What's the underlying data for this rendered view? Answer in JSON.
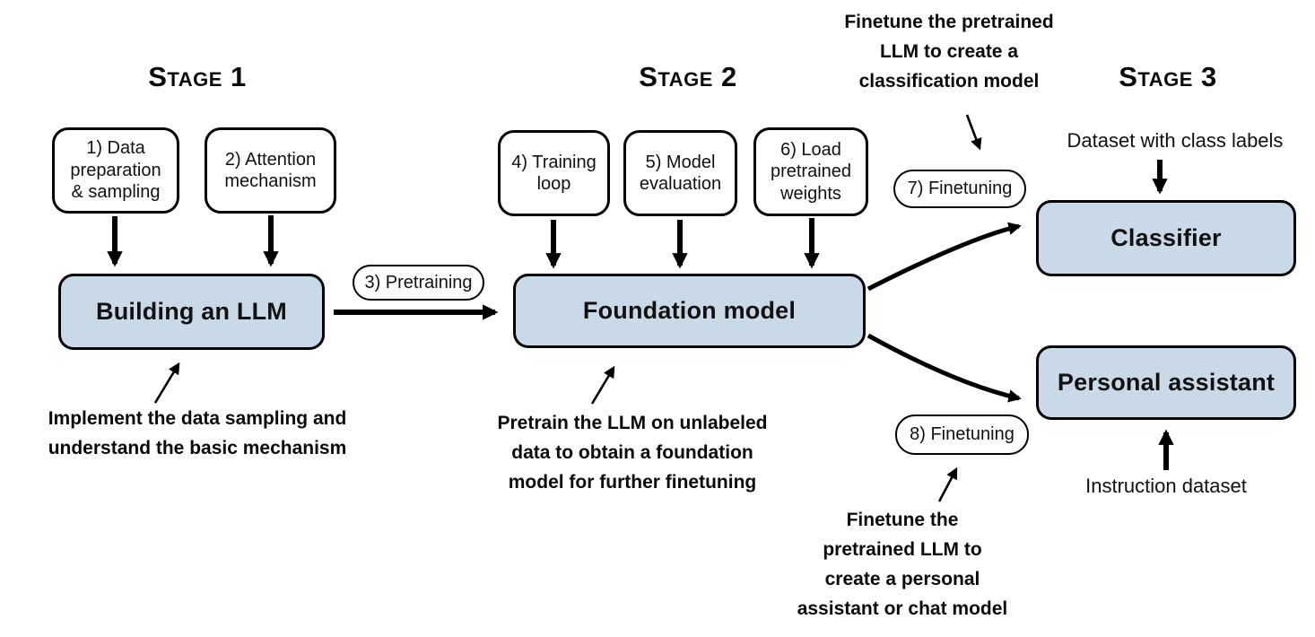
{
  "colors": {
    "box_fill": "#cad9e8",
    "stroke": "#000000",
    "background": "#ffffff"
  },
  "stage1": {
    "header": "Stage 1",
    "step1": "1) Data\npreparation\n& sampling",
    "step2": "2) Attention\nmechanism",
    "main_box": "Building an LLM",
    "annotation": "Implement the data sampling and\nunderstand the basic mechanism"
  },
  "stage2": {
    "header": "Stage 2",
    "step3": "3) Pretraining",
    "step4": "4) Training\nloop",
    "step5": "5) Model\nevaluation",
    "step6": "6) Load\npretrained\nweights",
    "main_box": "Foundation model",
    "annotation": "Pretrain the LLM on unlabeled\ndata to obtain a foundation\nmodel for further finetuning"
  },
  "stage3": {
    "header": "Stage 3",
    "step7": "7) Finetuning",
    "step8": "8) Finetuning",
    "classifier_box": "Classifier",
    "assistant_box": "Personal assistant",
    "classifier_input_label": "Dataset with class labels",
    "assistant_input_label": "Instruction dataset",
    "annotation_classifier": "Finetune the pretrained\nLLM to create a\nclassification model",
    "annotation_assistant": "Finetune the\npretrained LLM to\ncreate a personal\nassistant or chat model"
  }
}
